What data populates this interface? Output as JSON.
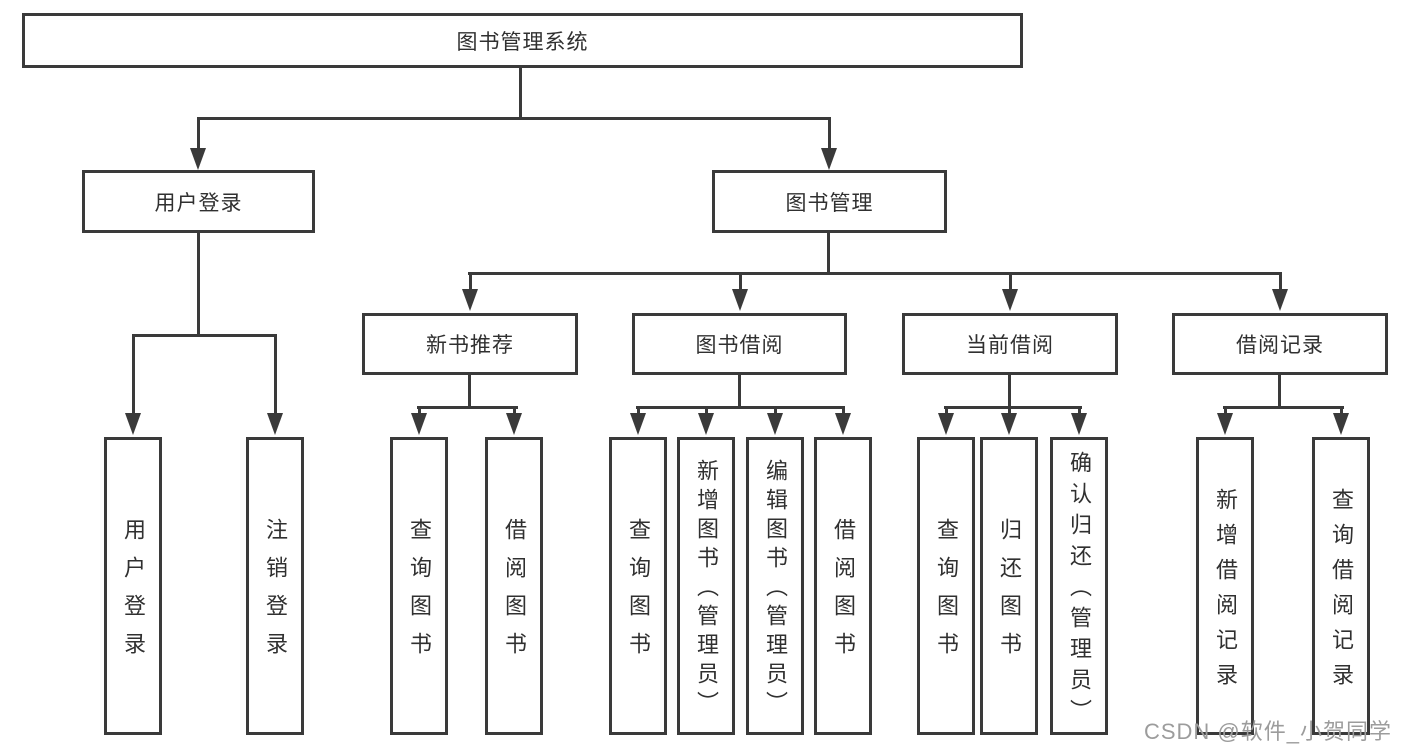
{
  "diagram": {
    "title": "图书管理系统",
    "tree": {
      "root": "图书管理系统",
      "children": [
        {
          "label": "用户登录",
          "children": [
            {
              "label": "用户登录"
            },
            {
              "label": "注销登录"
            }
          ]
        },
        {
          "label": "图书管理",
          "children": [
            {
              "label": "新书推荐",
              "children": [
                {
                  "label": "查询图书"
                },
                {
                  "label": "借阅图书"
                }
              ]
            },
            {
              "label": "图书借阅",
              "children": [
                {
                  "label": "查询图书"
                },
                {
                  "label": "新增图书（管理员）"
                },
                {
                  "label": "编辑图书（管理员）"
                },
                {
                  "label": "借阅图书"
                }
              ]
            },
            {
              "label": "当前借阅",
              "children": [
                {
                  "label": "查询图书"
                },
                {
                  "label": "归还图书"
                },
                {
                  "label": "确认归还（管理员）"
                }
              ]
            },
            {
              "label": "借阅记录",
              "children": [
                {
                  "label": "新增借阅记录"
                },
                {
                  "label": "查询借阅记录"
                }
              ]
            }
          ]
        }
      ]
    },
    "watermark": "CSDN @软件_小贺同学",
    "colors": {
      "line": "#3a3a3a",
      "text": "#303030",
      "watermark": "#9c9c9c",
      "background": "#ffffff"
    }
  }
}
